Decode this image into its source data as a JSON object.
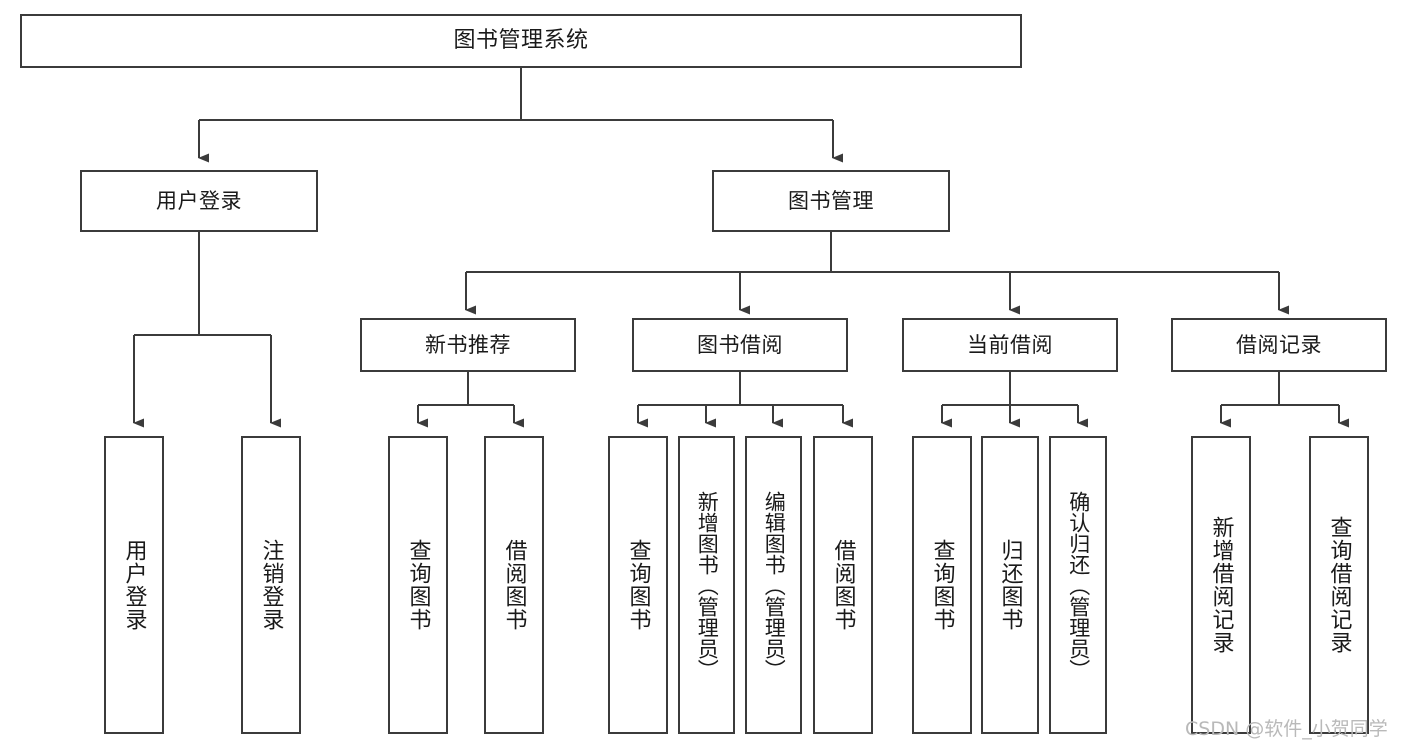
{
  "diagram": {
    "title": "图书管理系统",
    "type": "tree",
    "orientation": "top-down",
    "line_color": "#3b3b3b",
    "box_fill": "#ffffff",
    "box_border": "#3b3b3b",
    "text_color": "#1a1a1a"
  },
  "watermark": {
    "text": "CSDN @软件_小贺同学",
    "color": "#b9b9b9"
  },
  "nodes": {
    "root": {
      "label": "图书管理系统"
    },
    "level1": [
      {
        "label": "用户登录"
      },
      {
        "label": "图书管理"
      }
    ],
    "level2": [
      {
        "label": "新书推荐"
      },
      {
        "label": "图书借阅"
      },
      {
        "label": "当前借阅"
      },
      {
        "label": "借阅记录"
      }
    ],
    "leaves": {
      "user_login": [
        {
          "label": "用户登录"
        },
        {
          "label": "注销登录"
        }
      ],
      "new_book": [
        {
          "label": "查询图书"
        },
        {
          "label": "借阅图书"
        }
      ],
      "book_borrow": [
        {
          "label": "查询图书"
        },
        {
          "label": "新增图书（管理员）"
        },
        {
          "label": "编辑图书（管理员）"
        },
        {
          "label": "借阅图书"
        }
      ],
      "current_borrow": [
        {
          "label": "查询图书"
        },
        {
          "label": "归还图书"
        },
        {
          "label": "确认归还（管理员）"
        }
      ],
      "borrow_record": [
        {
          "label": "新增借阅记录"
        },
        {
          "label": "查询借阅记录"
        }
      ]
    }
  }
}
